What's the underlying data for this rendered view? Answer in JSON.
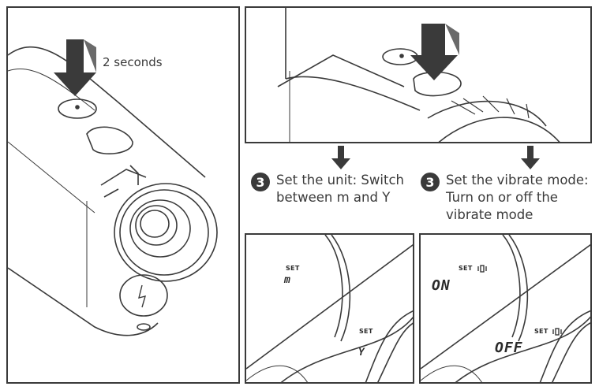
{
  "press_caption": "2 seconds",
  "steps": [
    {
      "number": "3",
      "line1": "Set the unit: Switch",
      "line2": "between m and Y",
      "line3": ""
    },
    {
      "number": "3",
      "line1": "Set the vibrate mode:",
      "line2": "Turn on or off the",
      "line3": "vibrate mode"
    }
  ],
  "unit_display": {
    "set_top": "SET",
    "value_top": "m",
    "set_bottom": "SET",
    "value_bottom": "Y"
  },
  "vibrate_display": {
    "set_top": "SET",
    "value_top": "ON",
    "set_bottom": "SET",
    "value_bottom": "OFF",
    "icon": "vibrate-icon"
  },
  "colors": {
    "line": "#3a3a3a",
    "arrow": "#3a3a3a",
    "badge": "#3a3a3a"
  }
}
